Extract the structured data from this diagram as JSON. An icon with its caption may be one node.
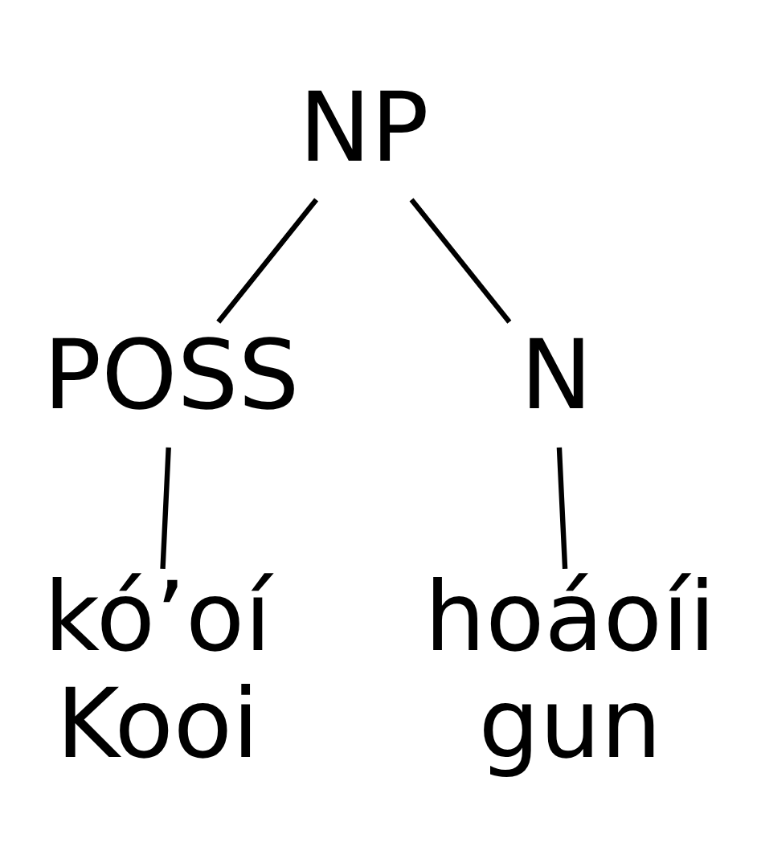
{
  "diagram": {
    "nodes": [
      {
        "text": [
          "NP"
        ]
      },
      {
        "text": [
          "POSS"
        ]
      },
      {
        "text": [
          "N"
        ]
      },
      {
        "text": [
          "kó’oí",
          "Kooi"
        ]
      },
      {
        "text": [
          "hoáoíi",
          "gun"
        ]
      }
    ],
    "edges": [
      {
        "from": 0,
        "to": 1,
        "arrow": "none"
      },
      {
        "from": 0,
        "to": 2,
        "arrow": "none"
      },
      {
        "from": 1,
        "to": 3,
        "arrow": "none"
      },
      {
        "from": 2,
        "to": 4,
        "arrow": "none"
      }
    ]
  }
}
